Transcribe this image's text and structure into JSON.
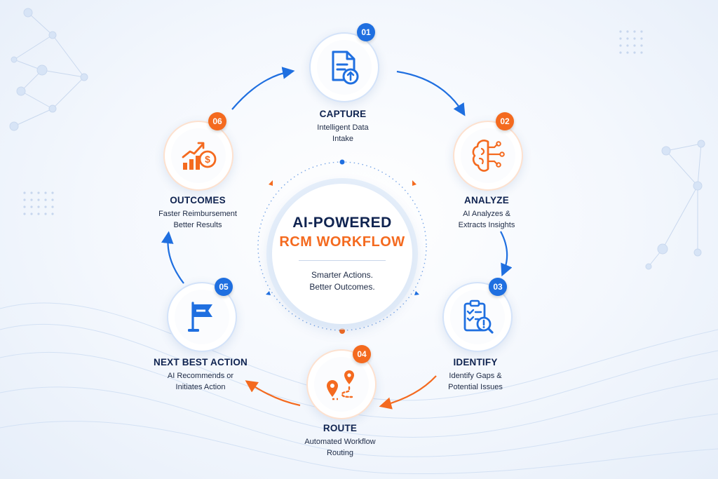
{
  "center": {
    "title_line1": "AI-POWERED",
    "title_line2": "RCM WORKFLOW",
    "tagline_line1": "Smarter Actions.",
    "tagline_line2": "Better Outcomes."
  },
  "steps": [
    {
      "number": "01",
      "title": "CAPTURE",
      "desc_line1": "Intelligent Data",
      "desc_line2": "Intake",
      "color": "blue",
      "icon": "document-upload-icon"
    },
    {
      "number": "02",
      "title": "ANALYZE",
      "desc_line1": "AI Analyzes &",
      "desc_line2": "Extracts Insights",
      "color": "orange",
      "icon": "ai-brain-icon"
    },
    {
      "number": "03",
      "title": "IDENTIFY",
      "desc_line1": "Identify Gaps &",
      "desc_line2": "Potential Issues",
      "color": "blue",
      "icon": "clipboard-search-icon"
    },
    {
      "number": "04",
      "title": "ROUTE",
      "desc_line1": "Automated Workflow",
      "desc_line2": "Routing",
      "color": "orange",
      "icon": "route-pins-icon"
    },
    {
      "number": "05",
      "title": "NEXT BEST ACTION",
      "desc_line1": "AI Recommends or",
      "desc_line2": "Initiates Action",
      "color": "blue",
      "icon": "flag-icon"
    },
    {
      "number": "06",
      "title": "OUTCOMES",
      "desc_line1": "Faster Reimbursement",
      "desc_line2": "Better Results",
      "color": "orange",
      "icon": "growth-chart-dollar-icon"
    }
  ],
  "colors": {
    "blue": "#1f6fe0",
    "orange": "#f46a1f",
    "navy": "#0f2350"
  }
}
